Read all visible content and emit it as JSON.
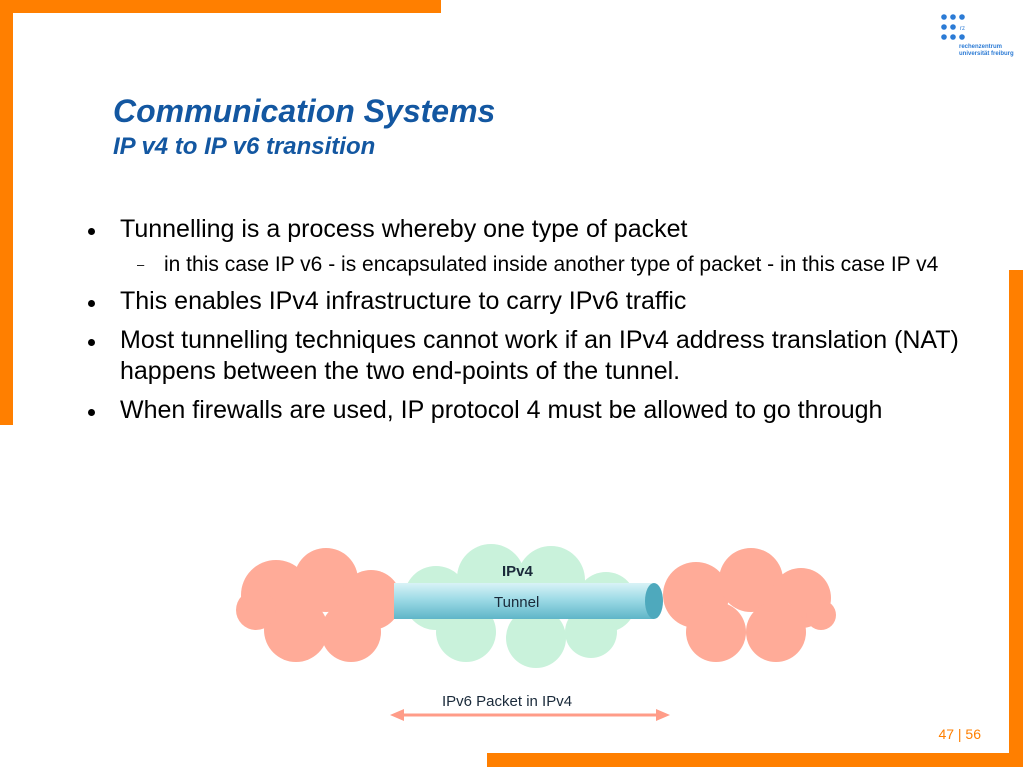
{
  "slide": {
    "title": "Communication Systems",
    "subtitle": "IP v4 to IP v6 transition",
    "bullets": [
      "Tunnelling is a process whereby one type of packet",
      "This enables IPv4 infrastructure to carry IPv6 traffic",
      "Most tunnelling techniques cannot work if an IPv4 address translation (NAT) happens between the two end-points of the tunnel.",
      "When firewalls are used, IP protocol 4 must be allowed to go through"
    ],
    "sub_bullet": "in this case IP v6 - is encapsulated inside another type of packet - in this case IP v4",
    "page": "47 | 56"
  },
  "logo": {
    "line1": "rechenzentrum",
    "line2": "universität freiburg",
    "badge": "rz"
  },
  "diagram": {
    "cloud_label": "IPv4",
    "tunnel_label": "Tunnel",
    "arrow_label": "IPv6 Packet in IPv4"
  },
  "colors": {
    "accent": "#ff7f00",
    "title": "#1357a1",
    "cloud_left_right": "#ffab98",
    "cloud_center": "#c9f2db",
    "tunnel": "#8fd3df",
    "arrow": "#ff9c88"
  }
}
